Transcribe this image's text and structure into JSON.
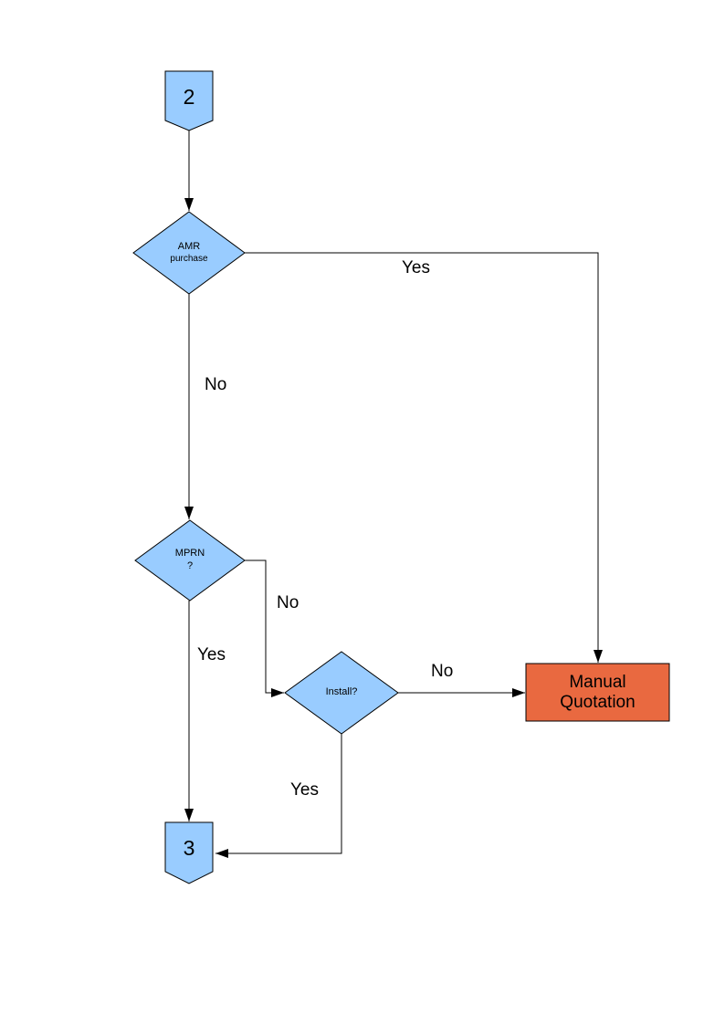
{
  "canvas": {
    "background": "#FFFFFF"
  },
  "colors": {
    "node_fill": "#99CCFF",
    "node_border": "#000000",
    "action_fill": "#E96940",
    "line": "#000000",
    "text": "#000000"
  },
  "nodes": {
    "offpage_in": {
      "label": "2",
      "type": "off-page-connector"
    },
    "amr_decision": {
      "line1": "AMR",
      "line2": "purchase",
      "type": "decision"
    },
    "mprn_decision": {
      "line1": "MPRN",
      "line2": "?",
      "type": "decision"
    },
    "install_decision": {
      "label": "Install?",
      "type": "decision"
    },
    "manual_quotation": {
      "line1": "Manual",
      "line2": "Quotation",
      "type": "process"
    },
    "offpage_out": {
      "label": "3",
      "type": "off-page-connector"
    }
  },
  "edge_labels": {
    "amr_yes": "Yes",
    "amr_no": "No",
    "mprn_no": "No",
    "mprn_yes": "Yes",
    "install_no": "No",
    "install_yes": "Yes"
  }
}
